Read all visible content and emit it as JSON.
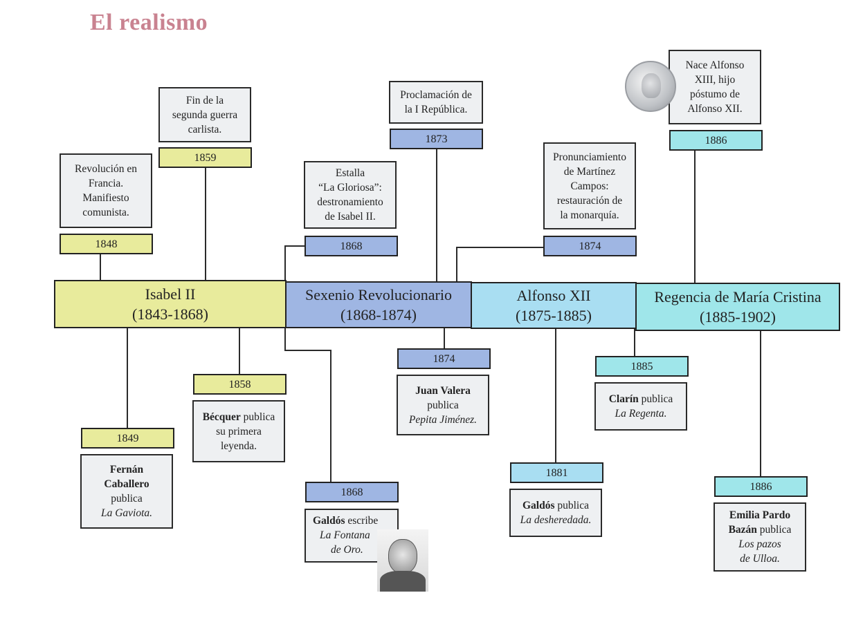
{
  "title": "El realismo",
  "colors": {
    "isabel": "#e8eb9c",
    "sexenio": "#9fb6e3",
    "alfonso": "#a9def2",
    "regencia": "#9fe6ea",
    "title": "#c98290"
  },
  "eras": [
    {
      "name": "Isabel II",
      "years": "(1843-1868)"
    },
    {
      "name": "Sexenio Revolucionario",
      "years": "(1868-1874)"
    },
    {
      "name": "Alfonso XII",
      "years": "(1875-1885)"
    },
    {
      "name": "Regencia de María Cristina",
      "years": "(1885-1902)"
    }
  ],
  "events_top": [
    {
      "year": "1848",
      "lines": [
        "Revolución en",
        "Francia.",
        "Manifiesto",
        "comunista."
      ]
    },
    {
      "year": "1859",
      "lines": [
        "Fin de la",
        "segunda guerra",
        "carlista."
      ]
    },
    {
      "year": "1868",
      "lines": [
        "Estalla",
        "“La Gloriosa”:",
        "destronamiento",
        "de Isabel II."
      ]
    },
    {
      "year": "1873",
      "lines": [
        "Proclamación de",
        "la I República."
      ]
    },
    {
      "year": "1874",
      "lines": [
        "Pronunciamiento",
        "de Martínez",
        "Campos:",
        "restauración de",
        "la monarquía."
      ]
    },
    {
      "year": "1886",
      "lines": [
        "Nace Alfonso",
        "XIII, hijo",
        "póstumo de",
        "Alfonso XII."
      ]
    }
  ],
  "events_bottom": [
    {
      "year": "1849",
      "author": "Fernán",
      "author2": "Caballero",
      "verb": "publica",
      "work": "La Gaviota."
    },
    {
      "year": "1858",
      "author": "Bécquer",
      "verb": "publica",
      "rest1": "su primera",
      "rest2": "leyenda."
    },
    {
      "year": "1868",
      "author": "Galdós",
      "verb": "escribe",
      "work": "La Fontana",
      "work2": "de Oro."
    },
    {
      "year": "1874",
      "author": "Juan Valera",
      "verb": "publica",
      "work": "Pepita Jiménez."
    },
    {
      "year": "1881",
      "author": "Galdós",
      "verb": "publica",
      "work": "La desheredada."
    },
    {
      "year": "1885",
      "author": "Clarín",
      "verb": "publica",
      "work": "La Regenta."
    },
    {
      "year": "1886",
      "author": "Emilia Pardo",
      "author2": "Bazán",
      "verb": "publica",
      "work": "Los pazos",
      "work2": "de Ulloa."
    }
  ]
}
